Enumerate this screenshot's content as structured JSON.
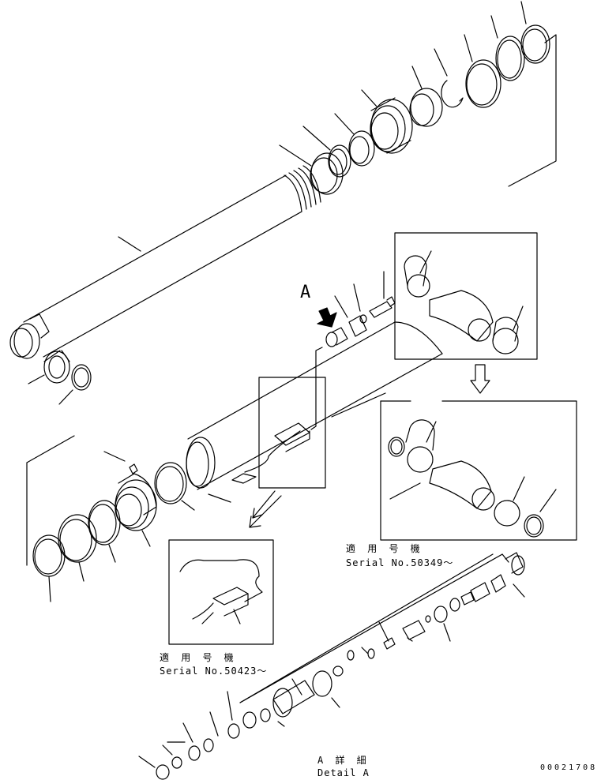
{
  "labels": {
    "view_a": "A",
    "note_1_jp": "適 用 号 機",
    "note_1_serial": "Serial No.50349～",
    "note_2_jp": "適 用 号 機",
    "note_2_serial": "Serial No.50423～",
    "detail_jp": "A 詳 細",
    "detail_en": "Detail A",
    "drawing_number": "00021708"
  },
  "colors": {
    "line": "#000000",
    "background": "#ffffff"
  }
}
